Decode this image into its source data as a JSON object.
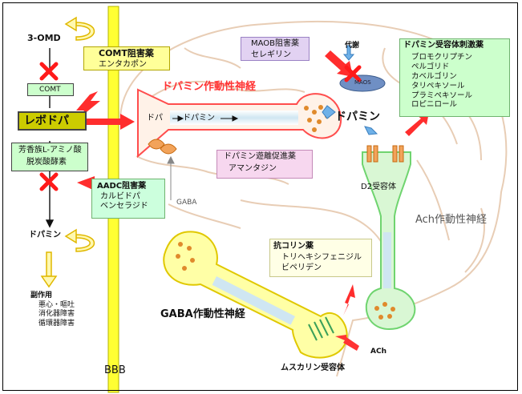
{
  "labels": {
    "three_omd": "3-OMD",
    "comt": "COMT",
    "levodopa": "レボドパ",
    "dopamine_periphery": "ドパミン",
    "bbb": "BBB",
    "metabolism": "代謝",
    "maos": "MAOS",
    "dopaminergic_neuron": "ドパミン作動性神経",
    "dopa": "ドパ",
    "dopamine_inner": "ドパミン",
    "dopamine_synapse": "ドパミン",
    "gaba_small": "GABA",
    "d2_receptor": "D2受容体",
    "ach_neuron": "Ach作動性神経",
    "gaba_neuron": "GABA作動性神経",
    "muscarinic_receptor": "ムスカリン受容体",
    "ach": "ACh"
  },
  "comt_inhibitor": {
    "title": "COMT阻害薬",
    "drug": "エンタカポン"
  },
  "aadc": {
    "line1": "芳香族L-アミノ酸",
    "line2": "脱炭酸酵素"
  },
  "aadc_inhibitor": {
    "title": "AADC阻害薬",
    "drugs": "カルビドパ\nベンセラジド"
  },
  "side_effects": {
    "title": "副作用",
    "items": "悪心・嘔吐\n消化器障害\n循環器障害"
  },
  "maob_inhibitor": {
    "title": "MAOB阻害薬",
    "drug": "セレギリン"
  },
  "release_promoter": {
    "title": "ドパミン遊離促進薬",
    "drug": "アマンタジン"
  },
  "dopamine_agonist": {
    "title": "ドパミン受容体刺激薬",
    "drugs": "ブロモクリプチン\nペルゴリド\nカベルゴリン\nタリペキソール\nプラミペキソール\nロピニロール"
  },
  "anticholinergic": {
    "title": "抗コリン薬",
    "drugs": "トリヘキシフェニジル\nビペリデン"
  },
  "colors": {
    "bbb": "#ffff33",
    "dopaminergic_neuron": "#ff4d4d",
    "ach_neuron": "#6fd46f",
    "gaba_neuron": "#e0c800",
    "inhibition": "#ff1a1a"
  }
}
